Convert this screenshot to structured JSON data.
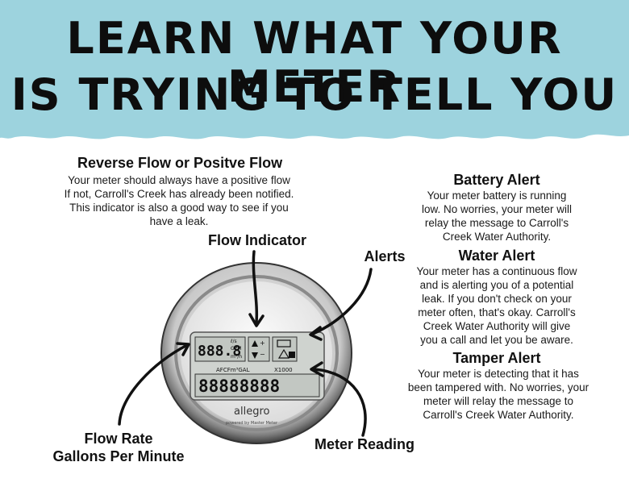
{
  "title": {
    "line1": "LEARN WHAT YOUR METER",
    "line2": "IS TRYING TO TELL YOU"
  },
  "colors": {
    "banner": "#9dd3de",
    "text": "#111111"
  },
  "reverse_flow": {
    "heading": "Reverse Flow or Positve Flow",
    "lines": [
      "Your meter should always have a positive flow",
      "If not, Carroll's Creek has already been notified.",
      "This indicator is also a good way to see if you",
      "have a leak."
    ]
  },
  "battery_alert": {
    "heading": "Battery Alert",
    "lines": [
      "Your meter battery is running",
      "low. No worries, your meter will",
      "relay the message to Carroll's",
      "Creek Water Authority."
    ]
  },
  "water_alert": {
    "heading": "Water Alert",
    "lines": [
      "Your meter has a continuous flow",
      "and is alerting you of a potential",
      "leak. If you don't check on your",
      "meter often, that's okay. Carroll's",
      "Creek Water Authority will give",
      "you a call and let you be aware."
    ]
  },
  "tamper_alert": {
    "heading": "Tamper Alert",
    "lines": [
      "Your meter is detecting that it has",
      "been tampered with. No worries, your",
      "meter will relay the message to",
      "Carroll's Creek Water Authority."
    ]
  },
  "callouts": {
    "flow_indicator": "Flow Indicator",
    "alerts": "Alerts",
    "flow_rate_line1": "Flow Rate",
    "flow_rate_line2": "Gallons Per Minute",
    "meter_reading": "Meter Reading"
  },
  "meter": {
    "rate_digits": "888.8",
    "rate_units_top": "ℓ/s",
    "rate_units_mid": "GPM",
    "rate_units_bot": "m³/h",
    "unit_label": "AFCFm³GAL",
    "multiplier": "X1000",
    "reading_digits": "88888888",
    "brand": "allegro",
    "powered_by": "powered by Master Meter"
  }
}
